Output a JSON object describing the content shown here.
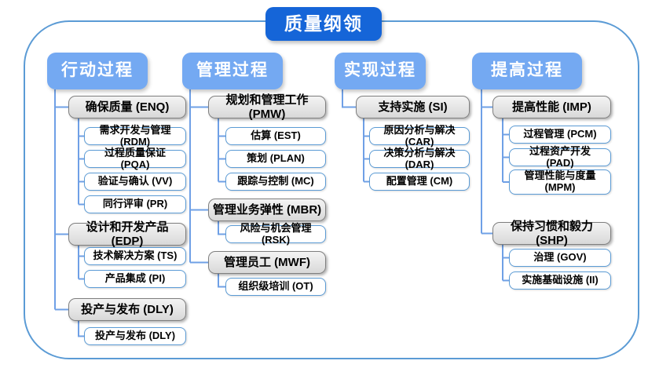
{
  "title": "质量纲领",
  "colors": {
    "title_bg": "#1565d8",
    "header_bg": "#74a9f2",
    "connector": "#6fa0e6",
    "frame_border": "#5b9bd5",
    "gray_node_fill": "#e0e0e0",
    "gray_node_border": "#7f7f7f",
    "white_node_border": "#5b9bd5"
  },
  "columns": [
    {
      "header": "行动过程",
      "groups": [
        {
          "label": "确保质量 (ENQ)",
          "children": [
            "需求开发与管理 (RDM)",
            "过程质量保证 (PQA)",
            "验证与确认 (VV)",
            "同行评审 (PR)"
          ]
        },
        {
          "label": "设计和开发产品 (EDP)",
          "children": [
            "技术解决方案 (TS)",
            "产品集成 (PI)"
          ]
        },
        {
          "label": "投产与发布 (DLY)",
          "children": [
            "投产与发布 (DLY)"
          ]
        }
      ]
    },
    {
      "header": "管理过程",
      "groups": [
        {
          "label": "规划和管理工作 (PMW)",
          "children": [
            "估算 (EST)",
            "策划 (PLAN)",
            "跟踪与控制 (MC)"
          ]
        },
        {
          "label": "管理业务弹性 (MBR)",
          "children": [
            "风险与机会管理 (RSK)"
          ]
        },
        {
          "label": "管理员工 (MWF)",
          "children": [
            "组织级培训 (OT)"
          ]
        }
      ]
    },
    {
      "header": "实现过程",
      "groups": [
        {
          "label": "支持实施 (SI)",
          "children": [
            "原因分析与解决 (CAR)",
            "决策分析与解决 (DAR)",
            "配置管理 (CM)"
          ]
        }
      ]
    },
    {
      "header": "提高过程",
      "groups": [
        {
          "label": "提高性能 (IMP)",
          "children": [
            "过程管理 (PCM)",
            "过程资产开发 (PAD)",
            "管理性能与度量 (MPM)"
          ]
        },
        {
          "label": "保持习惯和毅力 (SHP)",
          "children": [
            "治理 (GOV)",
            "实施基础设施 (II)"
          ]
        }
      ]
    }
  ]
}
